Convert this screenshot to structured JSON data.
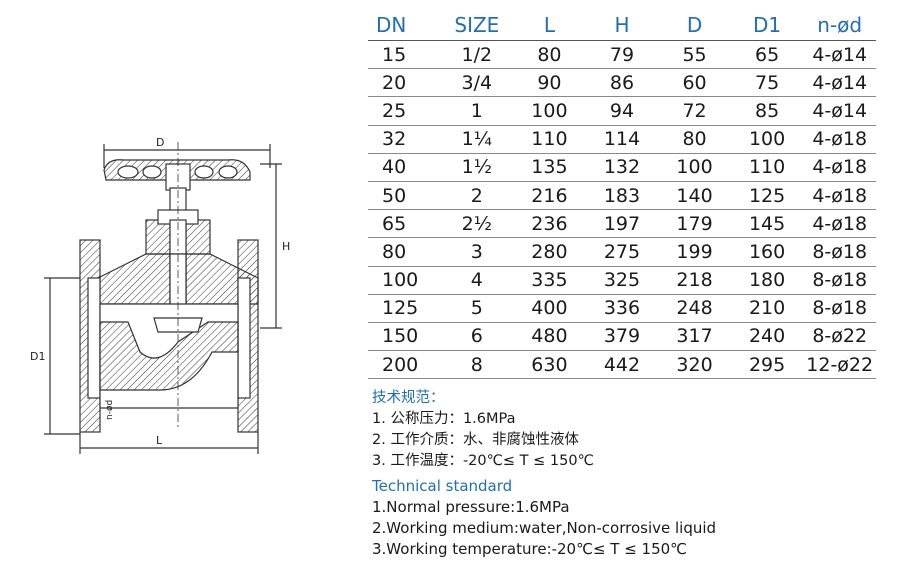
{
  "drawing": {
    "dim_D": "D",
    "dim_H": "H",
    "dim_D1": "D1",
    "dim_L": "L",
    "dim_nd": "n-ød"
  },
  "table": {
    "headers": [
      "DN",
      "SIZE",
      "L",
      "H",
      "D",
      "D1",
      "n-ød"
    ],
    "rows": [
      [
        "15",
        "1/2",
        "80",
        "79",
        "55",
        "65",
        "4-ø14"
      ],
      [
        "20",
        "3/4",
        "90",
        "86",
        "60",
        "75",
        "4-ø14"
      ],
      [
        "25",
        "1",
        "100",
        "94",
        "72",
        "85",
        "4-ø14"
      ],
      [
        "32",
        "1¼",
        "110",
        "114",
        "80",
        "100",
        "4-ø18"
      ],
      [
        "40",
        "1½",
        "135",
        "132",
        "100",
        "110",
        "4-ø18"
      ],
      [
        "50",
        "2",
        "216",
        "183",
        "140",
        "125",
        "4-ø18"
      ],
      [
        "65",
        "2½",
        "236",
        "197",
        "179",
        "145",
        "4-ø18"
      ],
      [
        "80",
        "3",
        "280",
        "275",
        "199",
        "160",
        "8-ø18"
      ],
      [
        "100",
        "4",
        "335",
        "325",
        "218",
        "180",
        "8-ø18"
      ],
      [
        "125",
        "5",
        "400",
        "336",
        "248",
        "210",
        "8-ø18"
      ],
      [
        "150",
        "6",
        "480",
        "379",
        "317",
        "240",
        "8-ø22"
      ],
      [
        "200",
        "8",
        "630",
        "442",
        "320",
        "295",
        "12-ø22"
      ]
    ]
  },
  "notes_cn": {
    "title": "技术规范：",
    "lines": [
      "1. 公称压力：1.6MPa",
      "2. 工作介质：水、非腐蚀性液体",
      "3. 工作温度：-20℃≤ T ≤ 150℃"
    ]
  },
  "notes_en": {
    "title": "Technical standard",
    "lines": [
      "1.Normal pressure:1.6MPa",
      "2.Working medium:water,Non-corrosive liquid",
      "3.Working temperature:-20℃≤ T ≤ 150℃"
    ]
  },
  "colors": {
    "accent": "#1f6fb5",
    "line": "#333333"
  }
}
